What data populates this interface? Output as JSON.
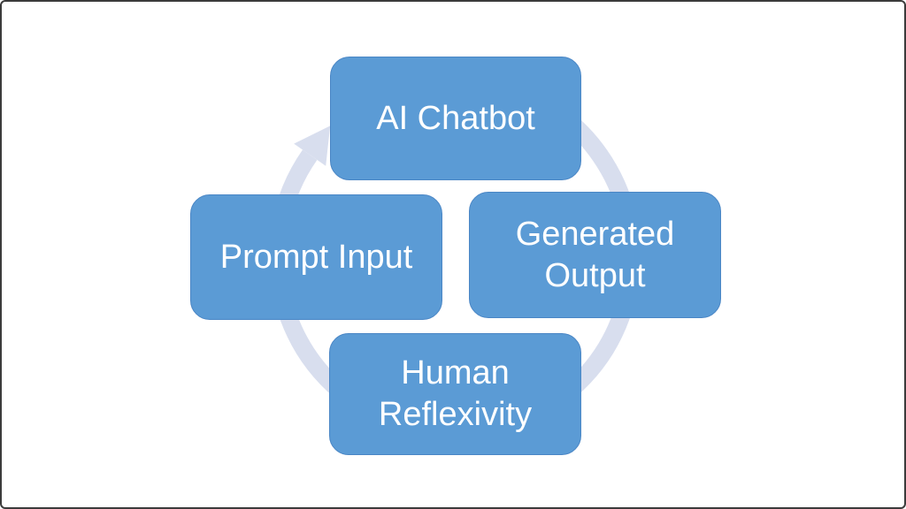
{
  "diagram": {
    "type": "cycle",
    "direction": "clockwise",
    "nodes": [
      {
        "position": "top",
        "label": "AI Chatbot"
      },
      {
        "position": "right",
        "label": "Generated Output"
      },
      {
        "position": "bottom",
        "label": "Human Reflexivity"
      },
      {
        "position": "left",
        "label": "Prompt Input"
      }
    ],
    "colors": {
      "node_fill": "#5b9bd5",
      "node_border": "#4a86c5",
      "node_text": "#ffffff",
      "cycle_arrow": "#d8deee",
      "background": "#ffffff",
      "frame_border": "#3b3b3b"
    }
  }
}
